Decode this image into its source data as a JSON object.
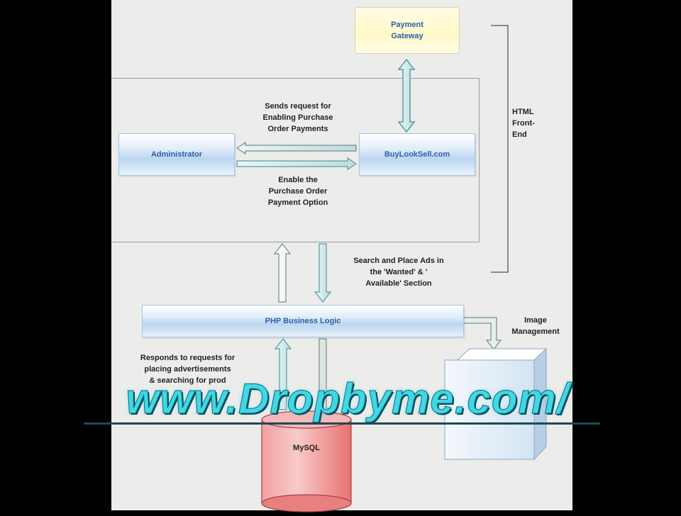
{
  "diagram": {
    "payment_gateway": "Payment\nGateway",
    "html_front_end": "HTML\nFront-End",
    "sends_request": "Sends request for\nEnabling Purchase\nOrder Payments",
    "administrator": "Administrator",
    "buylooksell": "BuyLookSell.com",
    "enable_option": "Enable the\nPurchase Order\nPayment Option",
    "search_place_ads": "Search and Place Ads in\nthe 'Wanted' & '\nAvailable' Section",
    "php_business_logic": "PHP Business Logic",
    "image_management": "Image\nManagement",
    "responds_to_requests": "Responds to requests for\nplacing advertisements\n& searching for prod",
    "mysql": "MySQL"
  },
  "watermark": {
    "text": "www.Dropbyme.com/"
  },
  "colors": {
    "canvas": "#ececea",
    "bar_text": "#2d5fa8",
    "arrow_fill": "#d6ecec",
    "arrow_stroke": "#5a9aa4",
    "watermark": "#40d8e4",
    "mysql_fill": "#f08a8a"
  }
}
